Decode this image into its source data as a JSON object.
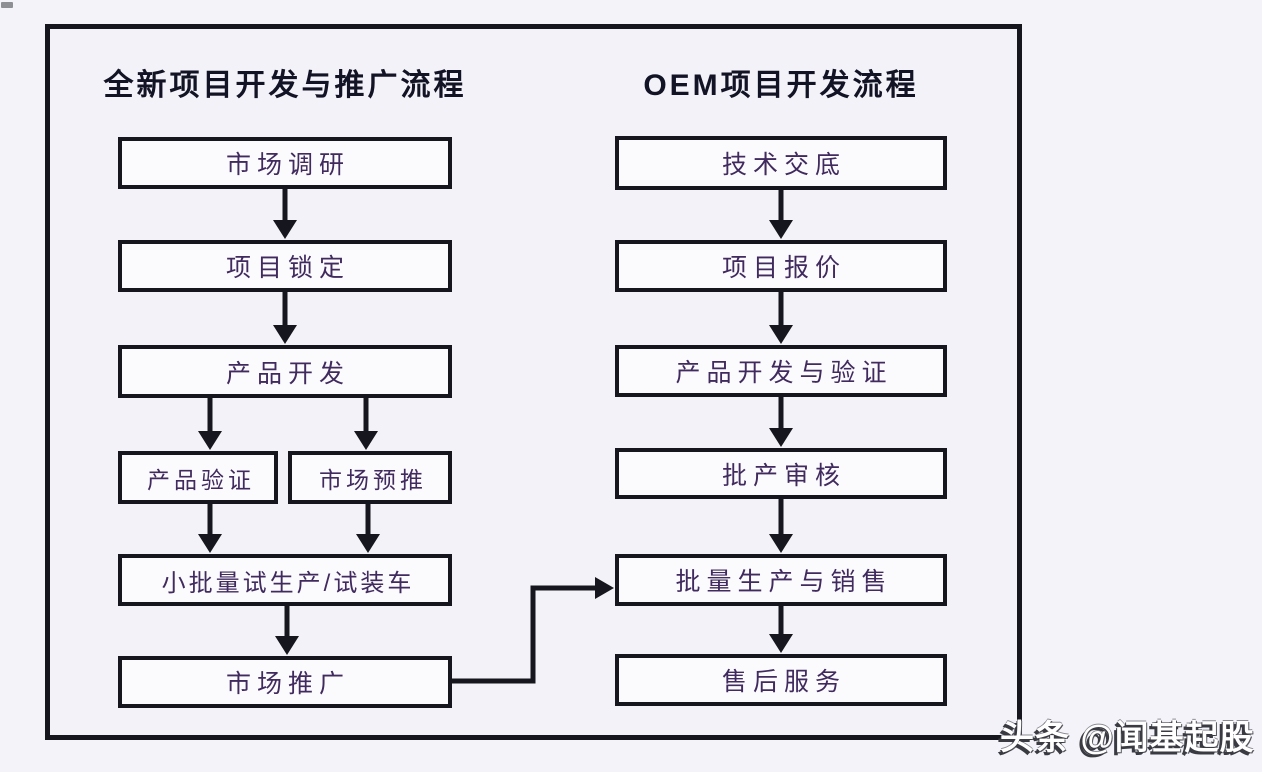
{
  "page": {
    "background": "#f3f3f9",
    "watermark": {
      "text": "头条 @闻基起股",
      "color": "#ffffff",
      "shadow_color": "#3a3a42"
    }
  },
  "colors": {
    "frame_border": "#16161e",
    "node_border": "#16161e",
    "node_fill": "#fbfbfe",
    "node_text": "#402a5e",
    "title_text": "#131326",
    "arrow": "#16161e"
  },
  "flows": {
    "left": {
      "title": "全新项目开发与推广流程",
      "nodes": [
        {
          "id": "market-research",
          "label": "市场调研"
        },
        {
          "id": "project-lock",
          "label": "项目锁定"
        },
        {
          "id": "product-development",
          "label": "产品开发"
        },
        {
          "id": "product-verification",
          "label": "产品验证"
        },
        {
          "id": "market-pre-promotion",
          "label": "市场预推"
        },
        {
          "id": "small-batch-trial-production",
          "label": "小批量试生产/试装车"
        },
        {
          "id": "market-promotion",
          "label": "市场推广"
        }
      ],
      "edges": [
        {
          "from": "市场调研",
          "to": "项目锁定"
        },
        {
          "from": "项目锁定",
          "to": "产品开发"
        },
        {
          "from": "产品开发",
          "to": "产品验证"
        },
        {
          "from": "产品开发",
          "to": "市场预推"
        },
        {
          "from": "产品验证",
          "to": "小批量试生产/试装车"
        },
        {
          "from": "市场预推",
          "to": "小批量试生产/试装车"
        },
        {
          "from": "小批量试生产/试装车",
          "to": "市场推广"
        }
      ]
    },
    "right": {
      "title": "OEM项目开发流程",
      "nodes": [
        {
          "id": "technical-disclosure",
          "label": "技术交底"
        },
        {
          "id": "project-quotation",
          "label": "项目报价"
        },
        {
          "id": "product-dev-and-verification",
          "label": "产品开发与验证"
        },
        {
          "id": "mass-production-audit",
          "label": "批产审核"
        },
        {
          "id": "mass-production-and-sales",
          "label": "批量生产与销售"
        },
        {
          "id": "after-sales-service",
          "label": "售后服务"
        }
      ],
      "edges": [
        {
          "from": "技术交底",
          "to": "项目报价"
        },
        {
          "from": "项目报价",
          "to": "产品开发与验证"
        },
        {
          "from": "产品开发与验证",
          "to": "批产审核"
        },
        {
          "from": "批产审核",
          "to": "批量生产与销售"
        },
        {
          "from": "批量生产与销售",
          "to": "售后服务"
        }
      ]
    },
    "cross_edge": {
      "from": "市场推广",
      "to": "批量生产与销售"
    }
  }
}
